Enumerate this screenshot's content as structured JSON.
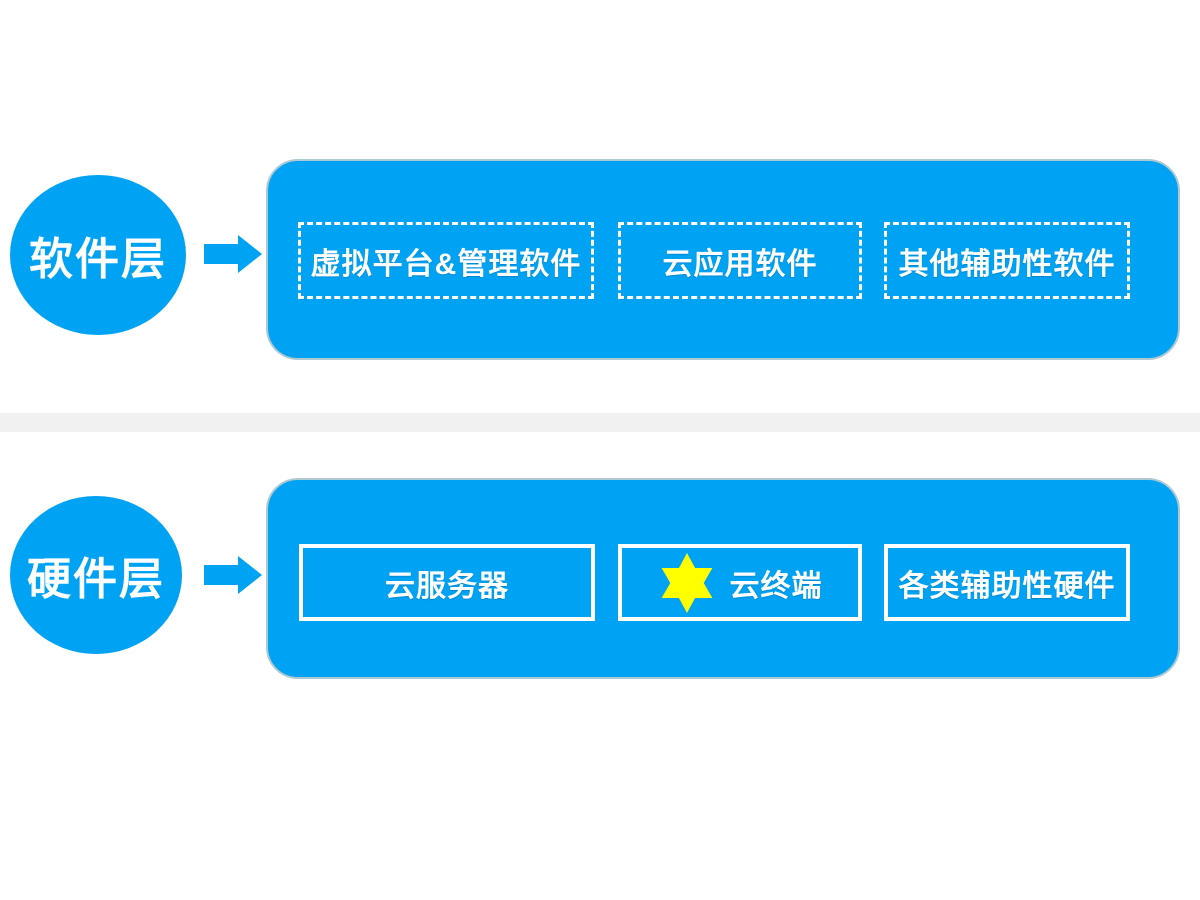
{
  "colors": {
    "primary_blue": "#00a2f3",
    "panel_edge": "#aec9d2",
    "box_border_white": "#ffffff",
    "star_yellow": "#ffff00",
    "divider_gray": "#f1f1f1",
    "label_text": "#ffffff"
  },
  "layers": [
    {
      "id": "software-layer",
      "circle_label": "软件层",
      "box_style": "dashed",
      "boxes": [
        {
          "label": "虚拟平台&管理软件"
        },
        {
          "label": "云应用软件"
        },
        {
          "label": "其他辅助性软件"
        }
      ]
    },
    {
      "id": "hardware-layer",
      "circle_label": "硬件层",
      "box_style": "solid",
      "boxes": [
        {
          "label": "云服务器"
        },
        {
          "label": "云终端",
          "icon": "six-pointed-star"
        },
        {
          "label": "各类辅助性硬件"
        }
      ]
    }
  ]
}
